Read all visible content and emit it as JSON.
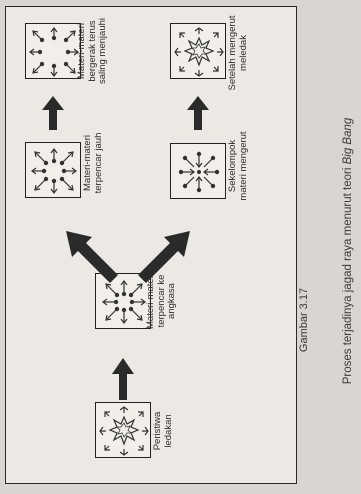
{
  "figure": {
    "number": "Gambar 3.17",
    "title_prefix": "Proses terjadinya jagad raya menurut teori ",
    "title_emphasis": "Big Bang"
  },
  "stages": [
    {
      "id": "peristiwa-ledakan",
      "label": "Peristiwa\nledakan",
      "icon": "explosion-icon"
    },
    {
      "id": "terpencar-angkasa",
      "label": "Materi-materi\nterpencar ke\nangkasa",
      "icon": "scatter-arrows-icon"
    },
    {
      "id": "terpencar-jauh",
      "label": "Materi-materi\nterpencar jauh",
      "icon": "scatter-arrows-icon"
    },
    {
      "id": "saling-menjauhi",
      "label": "Materi-materi\nbergerak terus\nsaling menjauhi",
      "icon": "scatter-arrows-icon"
    },
    {
      "id": "materi-mengerut",
      "label": "Sekelompok\nmateri mengerut",
      "icon": "contract-arrows-icon"
    },
    {
      "id": "mengerut-meledak",
      "label": "Setelah mengerut\nmeledak",
      "icon": "explosion-icon"
    }
  ]
}
